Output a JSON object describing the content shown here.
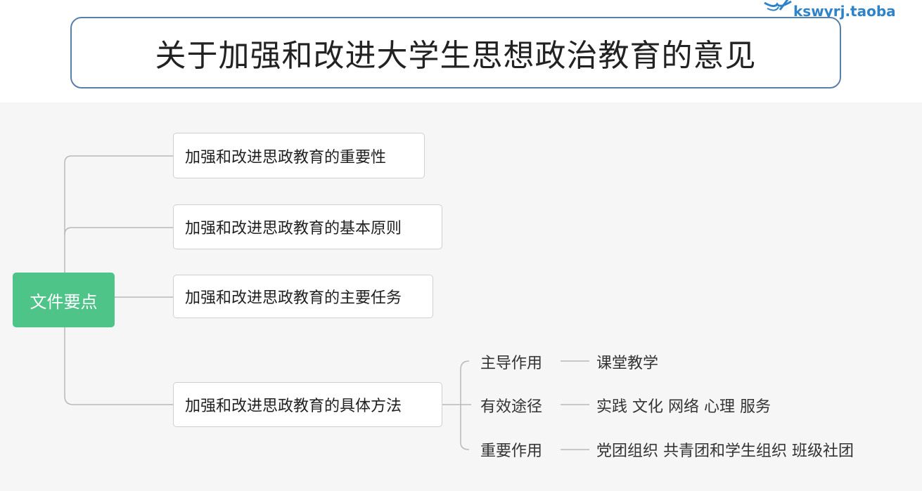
{
  "watermark": {
    "text": "kswyrj.taoba",
    "icon": "book-logo-icon"
  },
  "title": "关于加强和改进大学生思想政治教育的意见",
  "mindmap": {
    "root": "文件要点",
    "branches": [
      {
        "label": "加强和改进思政教育的重要性"
      },
      {
        "label": "加强和改进思政教育的基本原则"
      },
      {
        "label": "加强和改进思政教育的主要任务"
      },
      {
        "label": "加强和改进思政教育的具体方法",
        "children": [
          {
            "label": "主导作用",
            "detail": "课堂教学"
          },
          {
            "label": "有效途径",
            "detail": "实践 文化 网络 心理 服务"
          },
          {
            "label": "重要作用",
            "detail": "党团组织 共青团和学生组织 班级社团"
          }
        ]
      }
    ]
  },
  "colors": {
    "root": "#4fc489",
    "title_border": "#5a7fa6",
    "line": "#b8b8b8",
    "watermark": "#2f83c8"
  }
}
